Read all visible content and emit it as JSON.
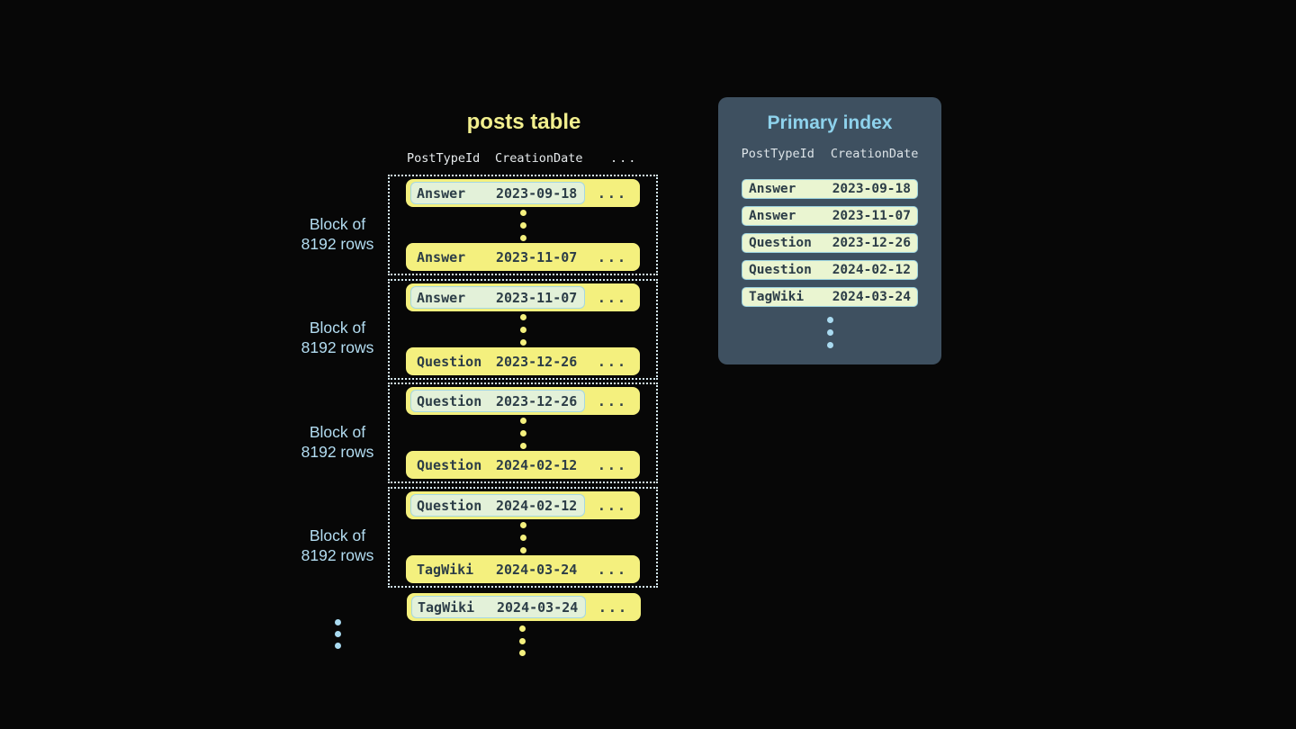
{
  "posts_table": {
    "title": "posts table",
    "columns": [
      "PostTypeId",
      "CreationDate",
      "..."
    ],
    "row_ellipsis": "...",
    "block_label": {
      "line1": "Block of",
      "line2": "8192 rows"
    },
    "blocks": [
      {
        "first": {
          "type": "Answer",
          "date": "2023-09-18"
        },
        "last": {
          "type": "Answer",
          "date": "2023-11-07"
        }
      },
      {
        "first": {
          "type": "Answer",
          "date": "2023-11-07"
        },
        "last": {
          "type": "Question",
          "date": "2023-12-26"
        }
      },
      {
        "first": {
          "type": "Question",
          "date": "2023-12-26"
        },
        "last": {
          "type": "Question",
          "date": "2024-02-12"
        }
      },
      {
        "first": {
          "type": "Question",
          "date": "2024-02-12"
        },
        "last": {
          "type": "TagWiki",
          "date": "2024-03-24"
        }
      }
    ],
    "overflow_row": {
      "type": "TagWiki",
      "date": "2024-03-24"
    }
  },
  "primary_index": {
    "title": "Primary index",
    "columns": [
      "PostTypeId",
      "CreationDate"
    ],
    "rows": [
      {
        "type": "Answer",
        "date": "2023-09-18"
      },
      {
        "type": "Answer",
        "date": "2023-11-07"
      },
      {
        "type": "Question",
        "date": "2023-12-26"
      },
      {
        "type": "Question",
        "date": "2024-02-12"
      },
      {
        "type": "TagWiki",
        "date": "2024-03-24"
      }
    ]
  },
  "colors": {
    "background": "#070707",
    "row_yellow": "#f4f07e",
    "title_yellow": "#f2ef8e",
    "highlight_green": "#e3f1d9",
    "highlight_border": "#a5d7e2",
    "panel_background": "#3e5060",
    "panel_title_blue": "#8ed2ec",
    "label_blue": "#b3ddf2",
    "dotted_border": "#d5e9f0",
    "index_row_background": "#eaf5d1",
    "index_row_border": "#9cd2de",
    "text_dark": "#2c3d47"
  }
}
